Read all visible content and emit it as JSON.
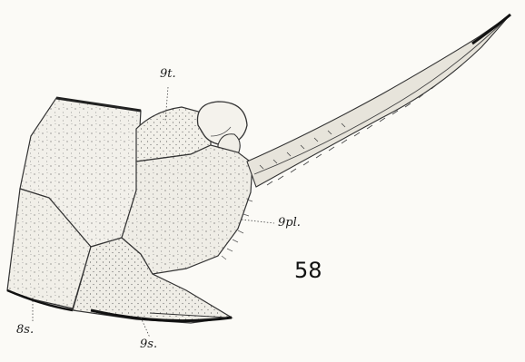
{
  "figure": {
    "number": "58",
    "labels": {
      "tergite_9": "9t.",
      "pleuron_9": "9pl.",
      "sternite_8": "8s.",
      "sternite_9": "9s."
    }
  }
}
